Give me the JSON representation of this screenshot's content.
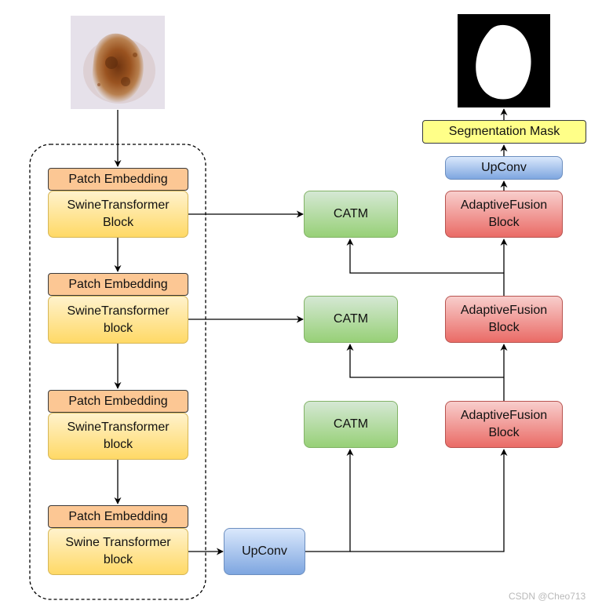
{
  "input_image": {
    "icon": "skin-lesion-image"
  },
  "output_image": {
    "icon": "binary-segmentation-mask"
  },
  "encoder": [
    {
      "patch_embedding": "Patch Embedding",
      "transformer_line1": "SwineTransformer",
      "transformer_line2": "Block"
    },
    {
      "patch_embedding": "Patch Embedding",
      "transformer_line1": "SwineTransformer",
      "transformer_line2": "block"
    },
    {
      "patch_embedding": "Patch Embedding",
      "transformer_line1": "SwineTransformer",
      "transformer_line2": "block"
    },
    {
      "patch_embedding": "Patch Embedding",
      "transformer_line1": "Swine Transformer",
      "transformer_line2": "block"
    }
  ],
  "catm": [
    "CATM",
    "CATM",
    "CATM"
  ],
  "adaptive_fusion": [
    {
      "line1": "AdaptiveFusion",
      "line2": "Block"
    },
    {
      "line1": "AdaptiveFusion",
      "line2": "Block"
    },
    {
      "line1": "AdaptiveFusion",
      "line2": "Block"
    }
  ],
  "upconv_bottom": "UpConv",
  "upconv_top": "UpConv",
  "segmentation_mask": "Segmentation Mask",
  "watermark": "CSDN @Cheo713"
}
